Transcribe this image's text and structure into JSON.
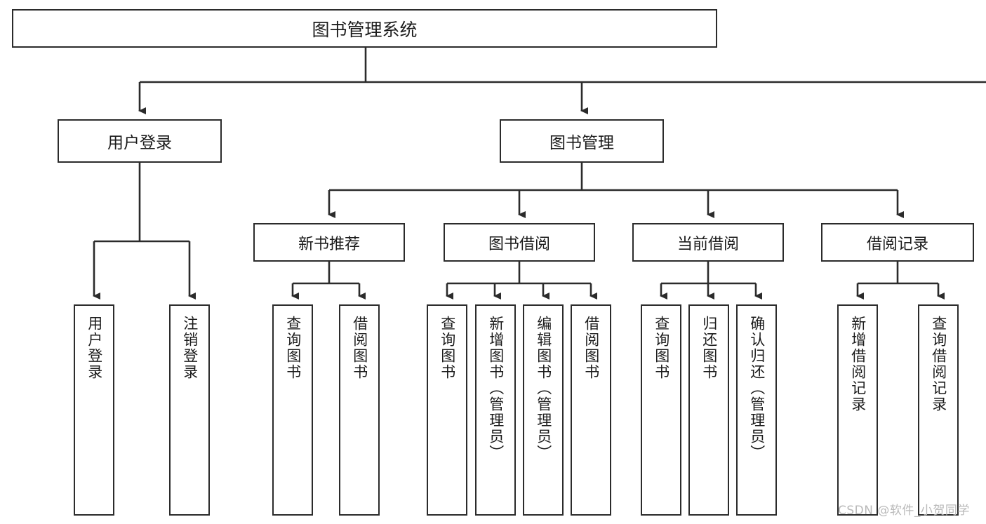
{
  "diagram": {
    "type": "tree-hierarchy-chart",
    "title": "图书管理系统",
    "watermark": "CSDN @软件_小贺同学",
    "colors": {
      "stroke": "#2b2b2b",
      "fill": "#ffffff",
      "text": "#1b1b1b",
      "watermark": "#b9b9b9"
    },
    "nodes": {
      "root": {
        "label": "图书管理系统"
      },
      "level2": [
        {
          "label": "用户登录"
        },
        {
          "label": "图书管理"
        }
      ],
      "level3": [
        {
          "label": "新书推荐"
        },
        {
          "label": "图书借阅"
        },
        {
          "label": "当前借阅"
        },
        {
          "label": "借阅记录"
        }
      ],
      "leaves": [
        {
          "label": "用户登录",
          "parent": "用户登录"
        },
        {
          "label": "注销登录",
          "parent": "用户登录"
        },
        {
          "label": "查询图书",
          "parent": "新书推荐"
        },
        {
          "label": "借阅图书",
          "parent": "新书推荐"
        },
        {
          "label": "查询图书",
          "parent": "图书借阅"
        },
        {
          "label": "新增图书（管理员）",
          "parent": "图书借阅"
        },
        {
          "label": "编辑图书（管理员）",
          "parent": "图书借阅"
        },
        {
          "label": "借阅图书",
          "parent": "图书借阅"
        },
        {
          "label": "查询图书",
          "parent": "当前借阅"
        },
        {
          "label": "归还图书",
          "parent": "当前借阅"
        },
        {
          "label": "确认归还（管理员）",
          "parent": "当前借阅"
        },
        {
          "label": "新增借阅记录",
          "parent": "借阅记录"
        },
        {
          "label": "查询借阅记录",
          "parent": "借阅记录"
        }
      ]
    }
  }
}
